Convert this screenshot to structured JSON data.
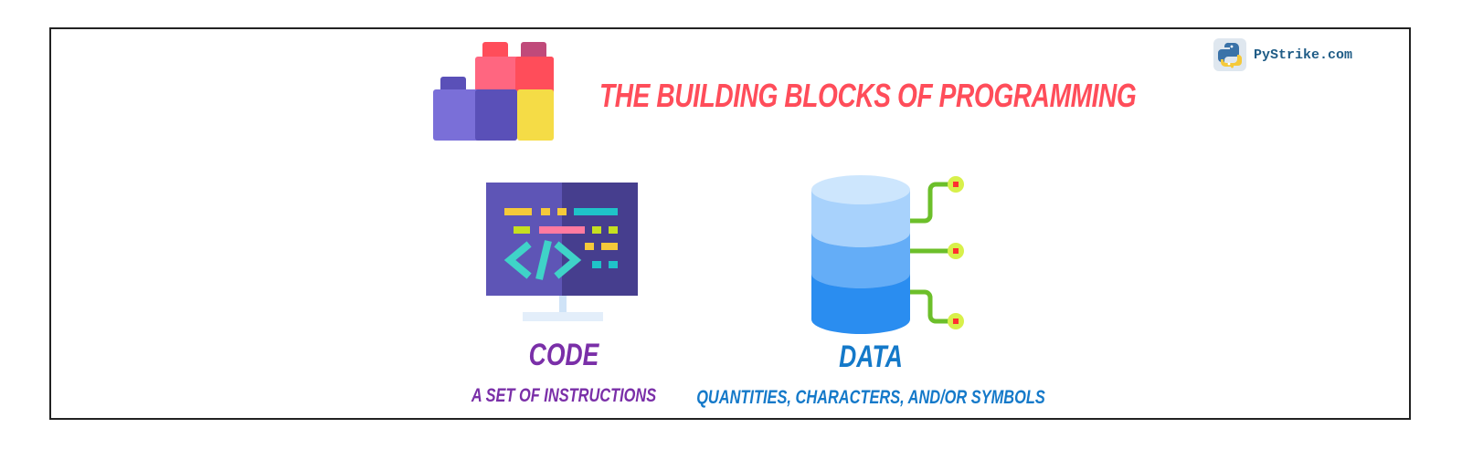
{
  "header": {
    "title": "THE BUILDING BLOCKS OF PROGRAMMING",
    "brand": "PyStrike.com",
    "icon": "building-blocks-icon",
    "brand_icon": "python-logo-icon"
  },
  "items": [
    {
      "title": "CODE",
      "subtitle": "A SET OF INSTRUCTIONS",
      "icon": "code-monitor-icon",
      "color": "#7a2fa8"
    },
    {
      "title": "DATA",
      "subtitle": "QUANTITIES, CHARACTERS, AND/OR SYMBOLS",
      "icon": "database-icon",
      "color": "#1479c9"
    }
  ],
  "colors": {
    "title": "#ff4d5a",
    "brand": "#1f5c86",
    "border": "#222222"
  }
}
